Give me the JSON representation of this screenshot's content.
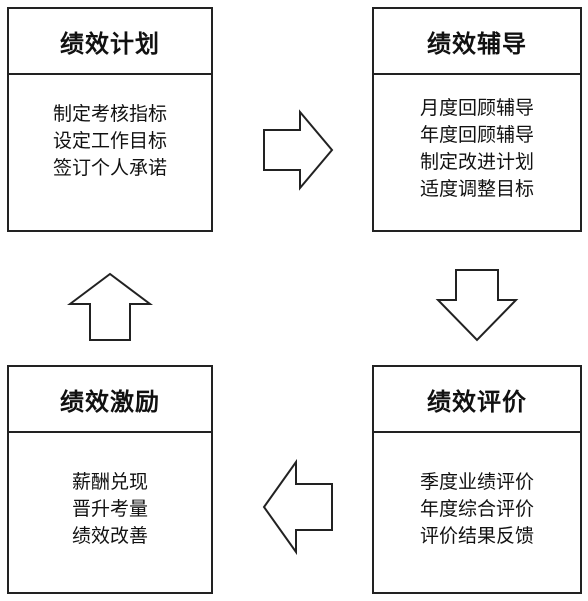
{
  "boxes": {
    "plan": {
      "title": "绩效计划",
      "lines": [
        "制定考核指标",
        "设定工作目标",
        "签订个人承诺"
      ]
    },
    "coach": {
      "title": "绩效辅导",
      "lines": [
        "月度回顾辅导",
        "年度回顾辅导",
        "制定改进计划",
        "适度调整目标"
      ]
    },
    "evaluate": {
      "title": "绩效评价",
      "lines": [
        "季度业绩评价",
        "年度综合评价",
        "评价结果反馈"
      ]
    },
    "incentive": {
      "title": "绩效激励",
      "lines": [
        "薪酬兑现",
        "晋升考量",
        "绩效改善"
      ]
    }
  }
}
